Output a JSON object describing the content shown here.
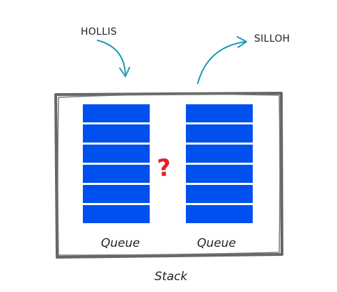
{
  "labels": {
    "input": "HOLLIS",
    "output": "SILLOH",
    "queue_left": "Queue",
    "queue_right": "Queue",
    "container": "Stack",
    "unknown_mark": "?"
  },
  "queues": [
    {
      "slots": 6
    },
    {
      "slots": 6
    }
  ],
  "colors": {
    "queue_slot_fill": "#0050f0",
    "arrow": "#1a9ab8",
    "frame_stroke": "#666666",
    "question_mark": "#e0202a",
    "text": "#222222"
  }
}
